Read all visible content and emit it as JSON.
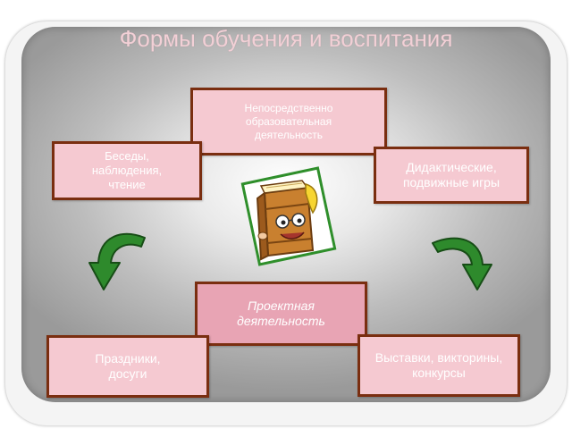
{
  "title": "Формы обучения и воспитания",
  "boxes": {
    "top": "Непосредственно\nобразовательная\nдеятельность",
    "left": "Беседы,\nнаблюдения,\nчтение",
    "right": "Дидактические,\nподвижные игры",
    "center": "Проектная\nдеятельность",
    "bottom_left": "Праздники,\nдосуги",
    "bottom_right": "Выставки, викторины,\nконкурсы"
  },
  "icons": {
    "left_arrow": "curved-arrow-icon",
    "right_arrow": "curved-arrow-icon",
    "center": "book-character-icon"
  },
  "colors": {
    "box_fill": "#f5c9d1",
    "box_center_fill": "#e8a4b4",
    "box_border": "#7a2e10",
    "title": "#f2d0d6",
    "arrow": "#2e8a2c"
  }
}
